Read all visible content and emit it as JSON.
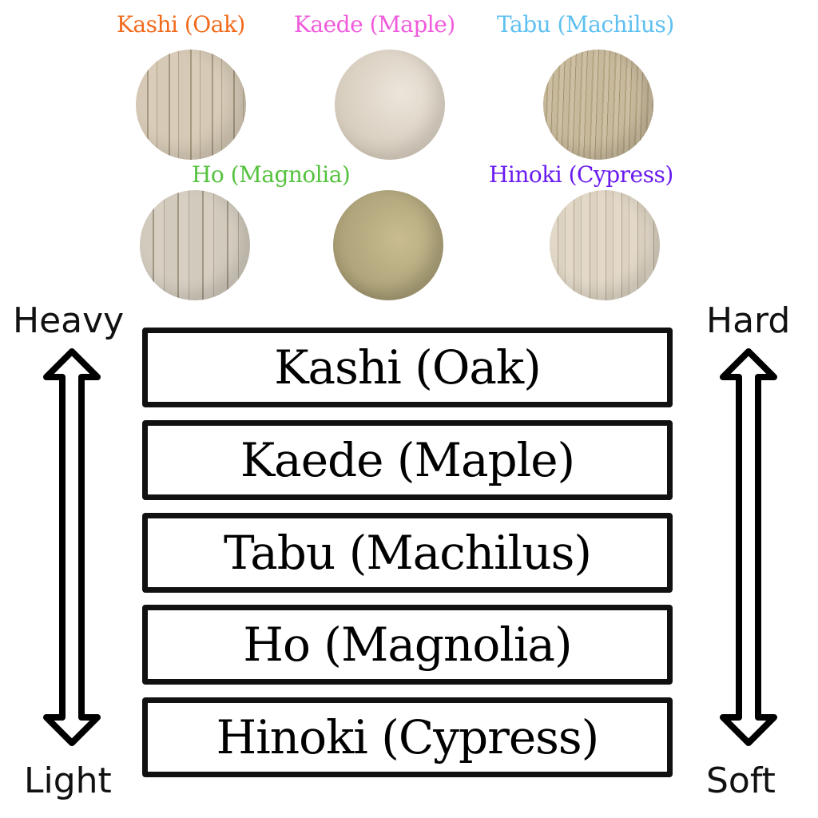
{
  "samples": [
    {
      "label": "Kashi (Oak)",
      "color": "#f26a1b",
      "tone": "#d6cab6",
      "grain": "#a79a82"
    },
    {
      "label": "Kaede (Maple)",
      "color": "#f05bdc",
      "tone": "#e3dbcf",
      "grain": "#cfc4b4"
    },
    {
      "label": "Tabu (Machilus)",
      "color": "#5ec0f0",
      "tone": "#c7b99c",
      "grain": "#9f906f"
    },
    {
      "label": "Ho (Magnolia)",
      "color": "#55c23e",
      "tone": "#d2cbbd",
      "grain": "#a09785"
    },
    {
      "label": "",
      "tone": "#b5a97f",
      "grain": "#8f8460"
    },
    {
      "label": "Hinoki (Cypress)",
      "color": "#6a1bef",
      "tone": "#ddd3c2",
      "grain": "#b3a68f"
    }
  ],
  "scale": {
    "left_top": "Heavy",
    "left_bottom": "Light",
    "right_top": "Hard",
    "right_bottom": "Soft"
  },
  "ranking": [
    "Kashi (Oak)",
    "Kaede (Maple)",
    "Tabu (Machilus)",
    "Ho (Magnolia)",
    "Hinoki (Cypress)"
  ]
}
